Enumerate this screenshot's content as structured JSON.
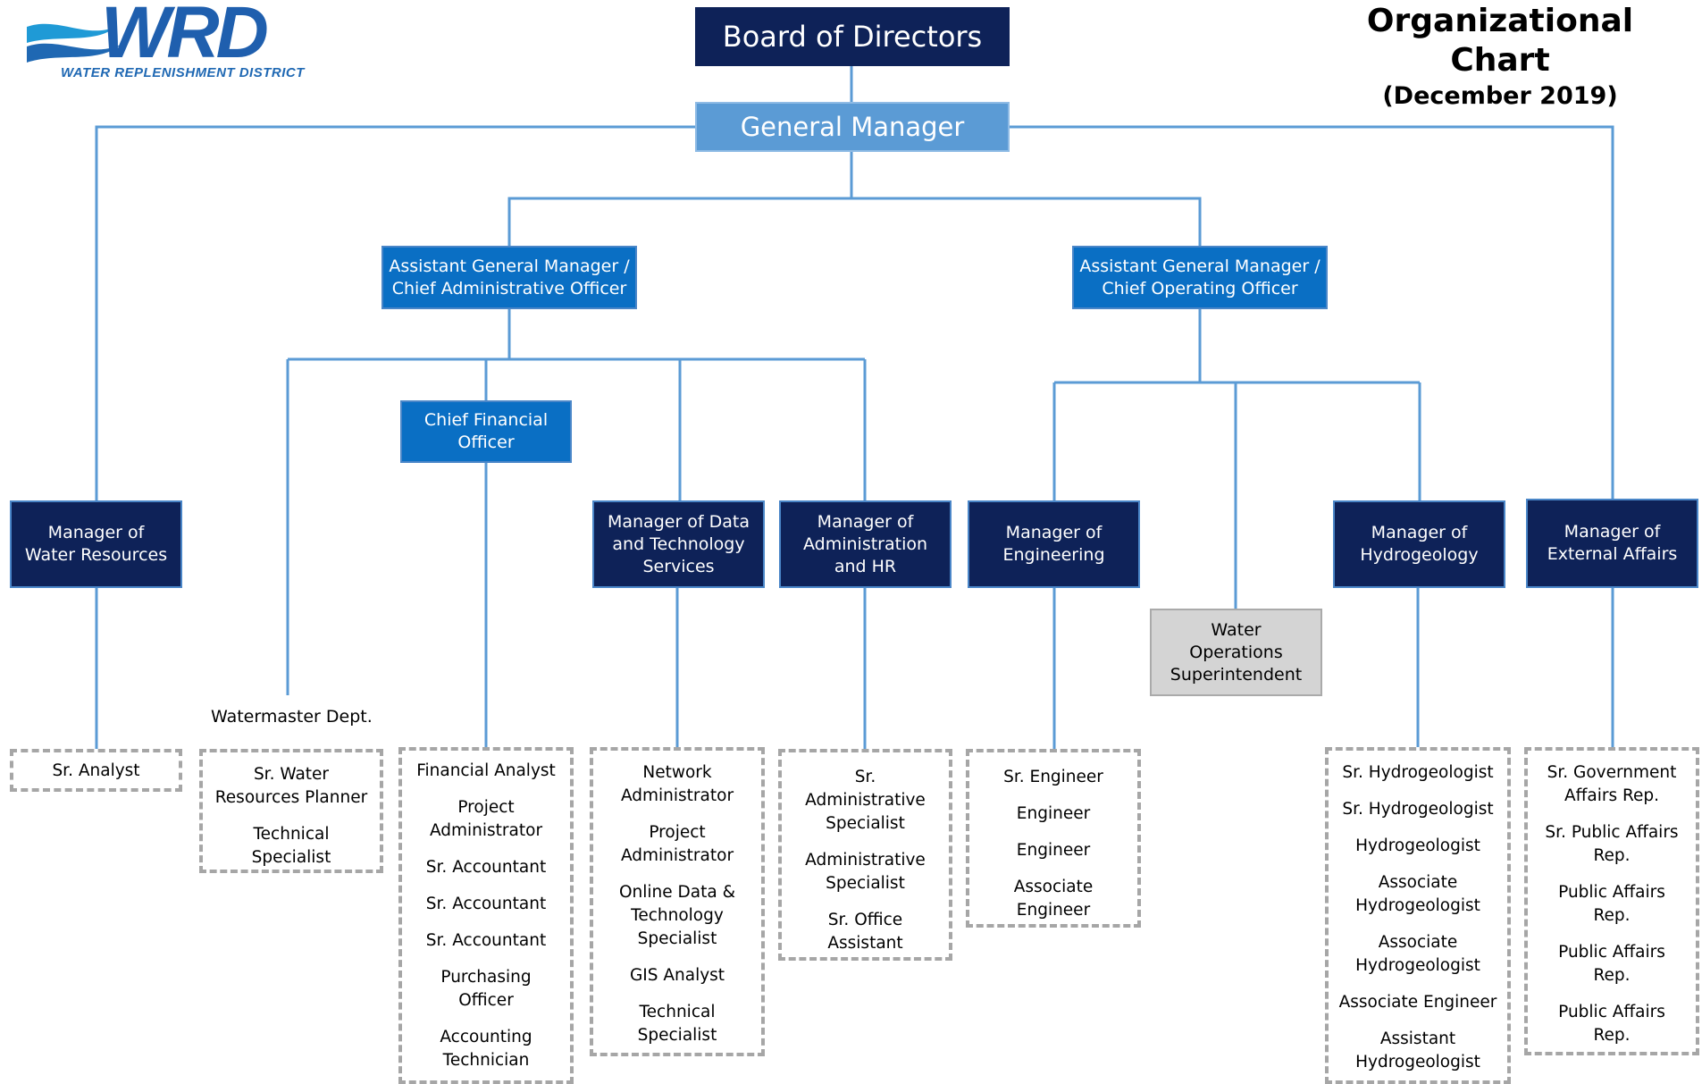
{
  "logo": {
    "wordmark": "WRD",
    "name": "WATER REPLENISHMENT DISTRICT"
  },
  "title": {
    "main": "Organizational Chart",
    "date": "(December 2019)"
  },
  "colors": {
    "dark_box": "#0e2258",
    "mid_box": "#0a6fc4",
    "light_box": "#5b9bd5",
    "gray_box": "#d4d4d4",
    "line": "#5b9bd5",
    "dashed_border": "#a6a6a6"
  },
  "positions": {
    "board": "Board of Directors",
    "gm": "General Manager",
    "agm_cao": [
      "Assistant General Manager /",
      "Chief Administrative Officer"
    ],
    "agm_coo": [
      "Assistant General Manager /",
      "Chief Operating Officer"
    ],
    "cfo": [
      "Chief Financial",
      "Officer"
    ],
    "mgr_water_resources": [
      "Manager of",
      "Water Resources"
    ],
    "mgr_data_tech": [
      "Manager of Data",
      "and Technology",
      "Services"
    ],
    "mgr_admin_hr": [
      "Manager of",
      "Administration",
      "and HR"
    ],
    "mgr_engineering": [
      "Manager of",
      "Engineering"
    ],
    "water_ops_super": [
      "Water",
      "Operations",
      "Superintendent"
    ],
    "mgr_hydrogeology": [
      "Manager of",
      "Hydrogeology"
    ],
    "mgr_external_affairs": [
      "Manager of",
      "External Affairs"
    ]
  },
  "watermaster_label": "Watermaster Dept.",
  "staff_groups": {
    "water_resources": [
      [
        "Sr. Analyst"
      ]
    ],
    "watermaster": [
      [
        "Sr. Water",
        "Resources Planner"
      ],
      [
        "Technical",
        "Specialist"
      ]
    ],
    "finance": [
      [
        "Financial Analyst"
      ],
      [
        "Project",
        "Administrator"
      ],
      [
        "Sr. Accountant"
      ],
      [
        "Sr. Accountant"
      ],
      [
        "Sr. Accountant"
      ],
      [
        "Purchasing",
        "Officer"
      ],
      [
        "Accounting",
        "Technician"
      ]
    ],
    "data_tech": [
      [
        "Network",
        "Administrator"
      ],
      [
        "Project",
        "Administrator"
      ],
      [
        "Online Data &",
        "Technology",
        "Specialist"
      ],
      [
        "GIS Analyst"
      ],
      [
        "Technical",
        "Specialist"
      ]
    ],
    "admin_hr": [
      [
        "Sr.",
        "Administrative",
        "Specialist"
      ],
      [
        "Administrative",
        "Specialist"
      ],
      [
        "Sr. Office",
        "Assistant"
      ]
    ],
    "engineering": [
      [
        "Sr. Engineer"
      ],
      [
        "Engineer"
      ],
      [
        "Engineer"
      ],
      [
        "Associate",
        "Engineer"
      ]
    ],
    "hydrogeology": [
      [
        "Sr. Hydrogeologist"
      ],
      [
        "Sr. Hydrogeologist"
      ],
      [
        "Hydrogeologist"
      ],
      [
        "Associate",
        "Hydrogeologist"
      ],
      [
        "Associate",
        "Hydrogeologist"
      ],
      [
        "Associate Engineer"
      ],
      [
        "Assistant",
        "Hydrogeologist"
      ]
    ],
    "external_affairs": [
      [
        "Sr. Government",
        "Affairs Rep."
      ],
      [
        "Sr. Public Affairs",
        "Rep."
      ],
      [
        "Public Affairs",
        "Rep."
      ],
      [
        "Public Affairs",
        "Rep."
      ],
      [
        "Public Affairs",
        "Rep."
      ]
    ]
  }
}
